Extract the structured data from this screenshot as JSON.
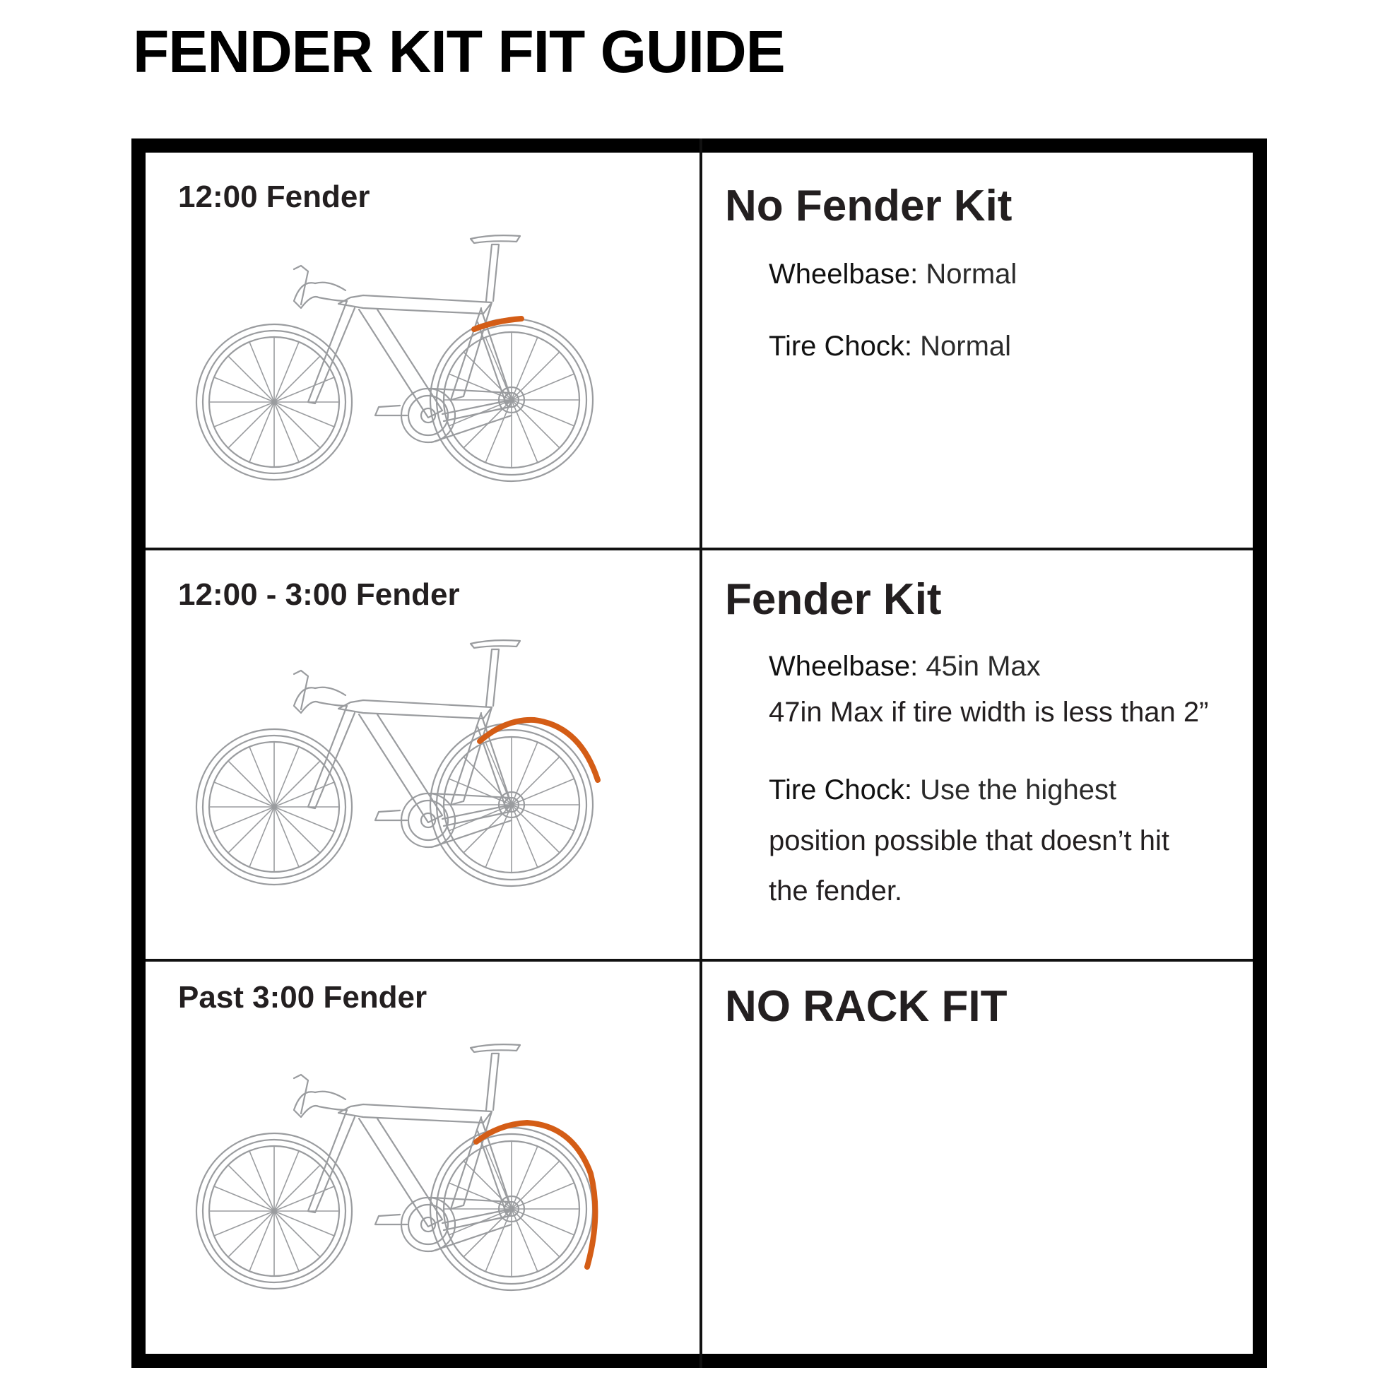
{
  "page": {
    "title": "FENDER KIT FIT GUIDE"
  },
  "colors": {
    "fender_accent": "#d45d16",
    "bike_outline": "#9a9c9f",
    "frame_border": "#000000"
  },
  "rows": [
    {
      "fender_label": "12:00 Fender",
      "illustration": "bike-with-short-rear-fender-icon",
      "kit": {
        "title": "No Fender Kit",
        "wheelbase_label": "Wheelbase:",
        "wheelbase_value": "Normal",
        "tire_chock_label": "Tire Chock:",
        "tire_chock_value": "Normal"
      }
    },
    {
      "fender_label": "12:00 - 3:00 Fender",
      "illustration": "bike-with-medium-rear-fender-icon",
      "kit": {
        "title": "Fender Kit",
        "wheelbase_label": "Wheelbase:",
        "wheelbase_value": "45in Max",
        "wheelbase_note": "47in Max if tire width is less than 2”",
        "tire_chock_label": "Tire Chock:",
        "tire_chock_value_line1": "Use the highest",
        "tire_chock_value_line2": "position possible that doesn’t hit",
        "tire_chock_value_line3": "the fender."
      }
    },
    {
      "fender_label": "Past 3:00 Fender",
      "illustration": "bike-with-long-rear-fender-icon",
      "kit": {
        "title": "NO RACK FIT"
      }
    }
  ]
}
